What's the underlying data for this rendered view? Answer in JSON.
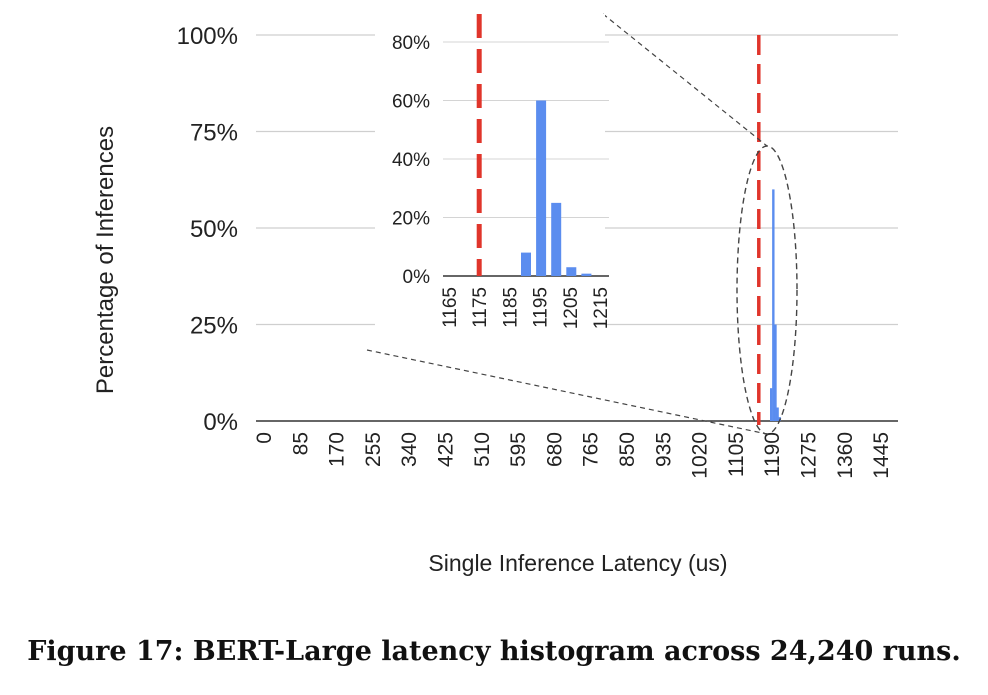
{
  "caption": "Figure 17: BERT-Large latency histogram across 24,240 runs.",
  "chart_data": [
    {
      "type": "bar",
      "xlabel": "Single Inference Latency (us)",
      "ylabel": "Percentage of Inferences",
      "ylim": [
        0,
        100
      ],
      "yticks": [
        "0%",
        "25%",
        "50%",
        "75%",
        "100%"
      ],
      "xticks": [
        "0",
        "85",
        "170",
        "255",
        "340",
        "425",
        "510",
        "595",
        "680",
        "765",
        "850",
        "935",
        "1020",
        "1105",
        "1190",
        "1275",
        "1360",
        "1445"
      ],
      "bar_color": "#5b8def",
      "reference_line": {
        "x": 1175,
        "color": "#e0352b",
        "style": "dashed"
      },
      "grid": true,
      "bars": [
        {
          "x": 1190,
          "value": 8.5
        },
        {
          "x": 1195,
          "value": 60
        },
        {
          "x": 1200,
          "value": 25
        },
        {
          "x": 1205,
          "value": 3.5
        },
        {
          "x": 1210,
          "value": 1
        }
      ]
    },
    {
      "type": "bar",
      "inset": true,
      "ylim": [
        0,
        80
      ],
      "yticks": [
        "0%",
        "20%",
        "40%",
        "60%",
        "80%"
      ],
      "xticks": [
        "1165",
        "1175",
        "1185",
        "1195",
        "1205",
        "1215"
      ],
      "bar_color": "#5b8def",
      "reference_line": {
        "x": 1175,
        "color": "#e0352b",
        "style": "dashed"
      },
      "grid": true,
      "bars": [
        {
          "x": 1190,
          "value": 8
        },
        {
          "x": 1195,
          "value": 60
        },
        {
          "x": 1200,
          "value": 25
        },
        {
          "x": 1205,
          "value": 3
        },
        {
          "x": 1210,
          "value": 0.8
        }
      ]
    }
  ]
}
